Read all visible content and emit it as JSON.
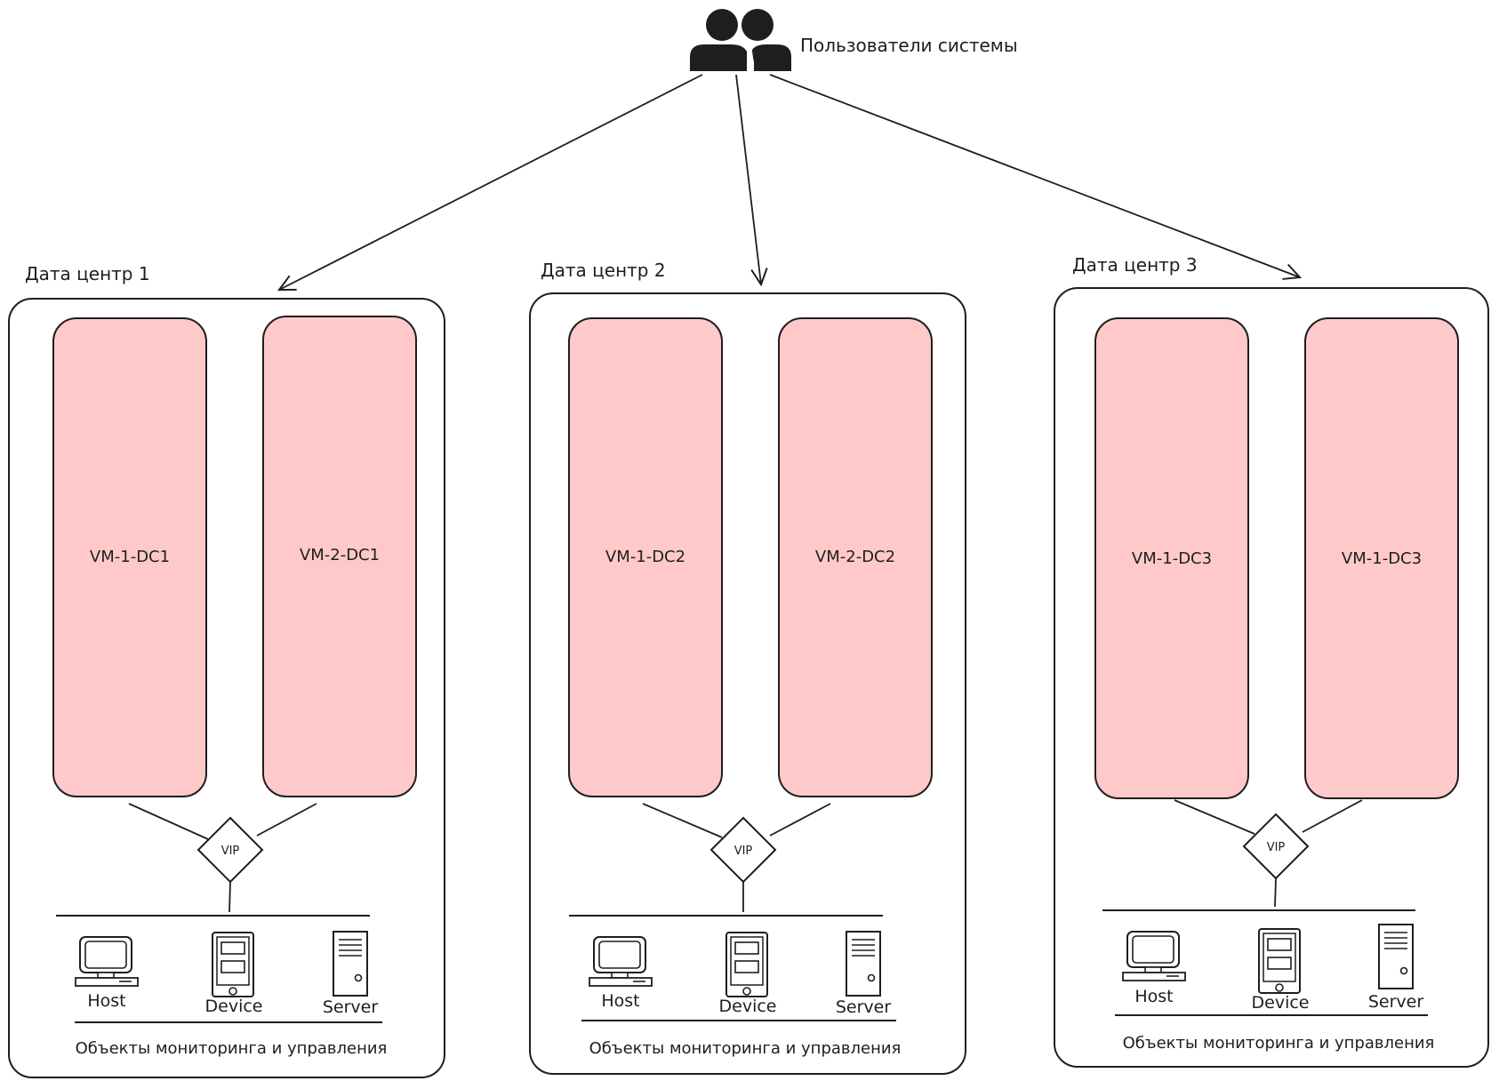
{
  "users": {
    "label": "Пользователи системы",
    "icon": "users-icon"
  },
  "datacenters": [
    {
      "title": "Дата центр 1",
      "vms": [
        "VM-1-DC1",
        "VM-2-DC1"
      ],
      "vip": "VIP",
      "devices": [
        "Host",
        "Device",
        "Server"
      ],
      "footer": "Объекты мониторинга и управления"
    },
    {
      "title": "Дата центр 2",
      "vms": [
        "VM-1-DC2",
        "VM-2-DC2"
      ],
      "vip": "VIP",
      "devices": [
        "Host",
        "Device",
        "Server"
      ],
      "footer": "Объекты мониторинга и управления"
    },
    {
      "title": "Дата центр 3",
      "vms": [
        "VM-1-DC3",
        "VM-1-DC3"
      ],
      "vip": "VIP",
      "devices": [
        "Host",
        "Device",
        "Server"
      ],
      "footer": "Объекты мониторинга и управления"
    }
  ],
  "colors": {
    "vm_fill": "#ffc9c9",
    "stroke": "#1e1e1e",
    "background": "#ffffff"
  }
}
